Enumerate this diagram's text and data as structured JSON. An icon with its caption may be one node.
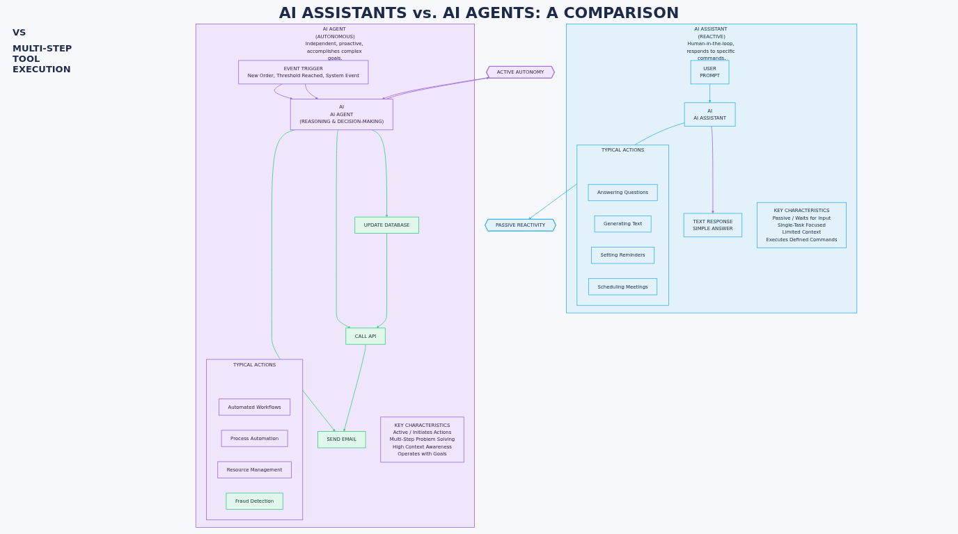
{
  "diagram": {
    "title": "AI ASSISTANTS vs. AI AGENTS: A COMPARISON",
    "nodes": [
      {
        "text": [
          "AI ASSISTANT (REACTIVE)",
          "Human-in-the-loop, responds to specific commands."
        ]
      },
      {
        "text": [
          "USER",
          "PROMPT"
        ],
        "in": 0
      },
      {
        "text": [
          "AI",
          "AI ASSISTANT"
        ],
        "in": 0
      },
      {
        "text": [
          "TEXT RESPONSE",
          "SIMPLE ANSWER"
        ],
        "in": 0
      },
      {
        "text": [
          "KEY CHARACTERISTICS",
          "Passive / Waits for Input",
          "Single-Task Focused",
          "Limited Context",
          "Executes Defined Commands"
        ],
        "in": 0
      },
      {
        "text": [
          "TYPICAL ACTIONS"
        ],
        "in": 0
      },
      {
        "text": [
          "Answering Questions"
        ],
        "in": 5
      },
      {
        "text": [
          "Generating Text"
        ],
        "in": 5
      },
      {
        "text": [
          "Setting Reminders"
        ],
        "in": 5
      },
      {
        "text": [
          "Scheduling Meetings"
        ],
        "in": 5
      },
      {
        "text": [
          "PASSIVE REACTIVITY"
        ]
      },
      {
        "text": [
          "ACTIVE AUTONOMY"
        ]
      },
      {
        "text": [
          "AI AGENT (AUTONOMOUS)",
          "Independent, proactive, accomplishes complex goals."
        ]
      },
      {
        "text": [
          "EVENT TRIGGER",
          "New Order, Threshold Reached, System Event"
        ],
        "in": 12
      },
      {
        "text": [
          "AI",
          "AI AGENT",
          "(REASONING & DECISION-MAKING)"
        ],
        "in": 12
      },
      {
        "text": [
          "UPDATE DATABASE"
        ],
        "in": 12
      },
      {
        "text": [
          "CALL API"
        ],
        "in": 12
      },
      {
        "text": [
          "SEND EMAIL"
        ],
        "in": 12
      },
      {
        "text": [
          "KEY CHARACTERISTICS",
          "Active / Initiates Actions",
          "Multi-Step Problem Solving",
          "High Context Awareness",
          "Operates with Goals"
        ],
        "in": 12
      },
      {
        "text": [
          "TYPICAL ACTIONS"
        ],
        "in": 12
      },
      {
        "text": [
          "Automated Workflows"
        ],
        "in": 19
      },
      {
        "text": [
          "Process Automation"
        ],
        "in": 19
      },
      {
        "text": [
          "Resource Management"
        ],
        "in": 19
      },
      {
        "text": [
          "Fraud Detection"
        ],
        "in": 19
      }
    ],
    "edges": [
      {
        "from": 1,
        "to": 2,
        "arrow": "to",
        "color": "#3fb8e8"
      },
      {
        "from": 2,
        "to": 3,
        "arrow": "to",
        "color": "#a36ee0"
      },
      {
        "from": 2,
        "to": 10,
        "arrow": "to",
        "color": "#3fb8e8"
      },
      {
        "from": 13,
        "to": 14,
        "arrow": "to",
        "color": "#a36ee0"
      },
      {
        "from": 13,
        "to": 14,
        "arrow": "to",
        "color": "#a36ee0"
      },
      {
        "from": 11,
        "to": 14,
        "arrow": "to",
        "color": "#a36ee0"
      },
      {
        "from": 14,
        "to": 11,
        "arrow": "to",
        "color": "#a36ee0"
      },
      {
        "from": 14,
        "to": 15,
        "arrow": "to",
        "color": "#3fcf8e"
      },
      {
        "from": 14,
        "to": 16,
        "arrow": "to",
        "color": "#3fcf8e"
      },
      {
        "from": 14,
        "to": 17,
        "arrow": "to",
        "color": "#3fcf8e"
      },
      {
        "from": 15,
        "to": 16,
        "arrow": "to",
        "color": "#3fcf8e"
      },
      {
        "from": 16,
        "to": 17,
        "arrow": "to",
        "color": "#3fcf8e"
      }
    ],
    "labels": [
      "VS",
      "MULTI-STEP TOOL EXECUTION"
    ]
  }
}
